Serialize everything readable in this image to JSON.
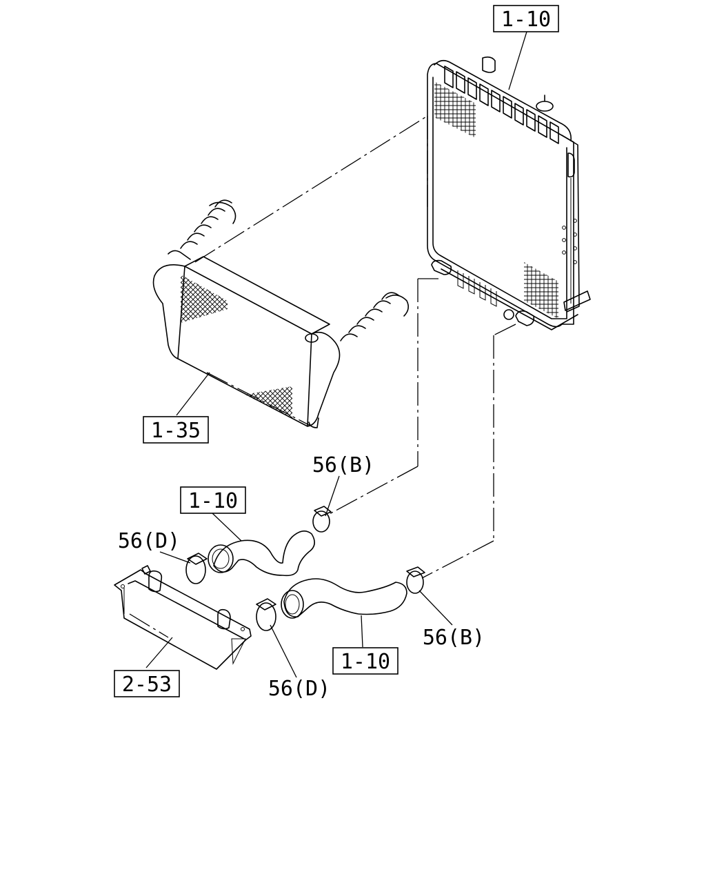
{
  "callouts": {
    "radiator": "1-10",
    "intercooler": "1-35",
    "upper_hose": "1-10",
    "lower_hose": "1-10",
    "oil_cooler": "2-53",
    "clamp_b_upper": "56(B)",
    "clamp_d_upper": "56(D)",
    "clamp_b_lower": "56(B)",
    "clamp_d_lower": "56(D)"
  }
}
